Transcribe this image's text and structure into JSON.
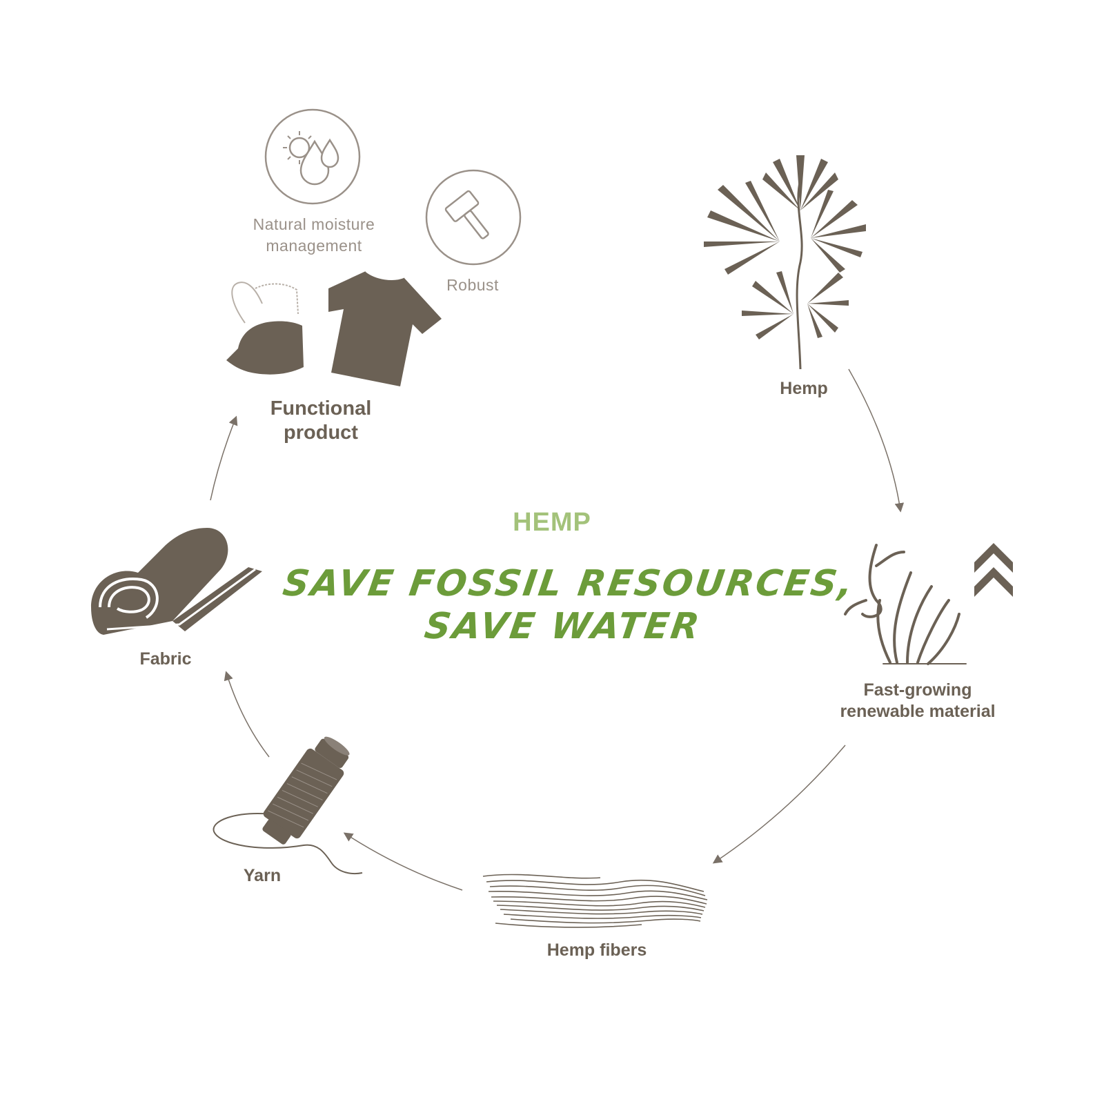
{
  "center": {
    "subtitle": "HEMP",
    "headline_line1": "SAVE FOSSIL RESOURCES,",
    "headline_line2": "SAVE WATER"
  },
  "nodes": {
    "hemp": {
      "label": "Hemp",
      "icon": "hemp-plant-icon"
    },
    "fast_growing": {
      "label_line1": "Fast-growing",
      "label_line2": "renewable material",
      "icon": "growth-icon"
    },
    "hemp_fibers": {
      "label": "Hemp fibers",
      "icon": "fibers-icon"
    },
    "yarn": {
      "label": "Yarn",
      "icon": "yarn-spool-icon"
    },
    "fabric": {
      "label": "Fabric",
      "icon": "fabric-roll-icon"
    },
    "functional_product": {
      "label_line1": "Functional",
      "label_line2": "product",
      "icons": [
        "face-mask-icon",
        "tshirt-icon"
      ]
    }
  },
  "properties": {
    "moisture": {
      "label_line1": "Natural moisture",
      "label_line2": "management",
      "icon": "sun-drops-icon"
    },
    "robust": {
      "label": "Robust",
      "icon": "hammer-icon"
    }
  },
  "colors": {
    "primary": "#6b6155",
    "light_text": "#9a9189",
    "accent_green": "#6c9c3a",
    "accent_light_green": "#a3c27a",
    "arrow": "#7a7168"
  }
}
